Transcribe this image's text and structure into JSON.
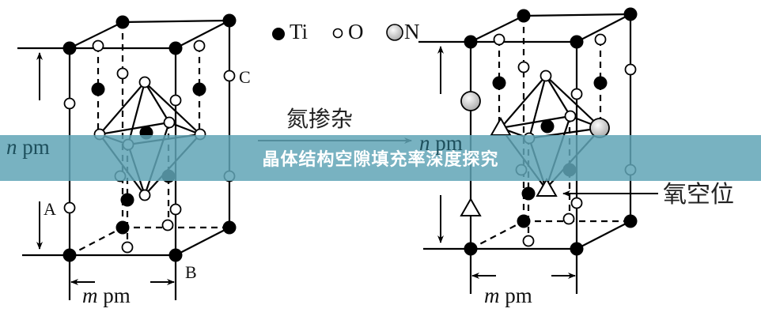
{
  "legend": {
    "ti": "Ti",
    "o": "O",
    "n": "N"
  },
  "process_label": "氮掺杂",
  "left_cell": {
    "height_label_var": "n",
    "height_label_unit": "pm",
    "width_label_var": "m",
    "width_label_unit": "pm",
    "point_a": "A",
    "point_b": "B",
    "point_c": "C"
  },
  "right_cell": {
    "height_label_var": "n",
    "height_label_unit": "pm",
    "width_label_var": "m",
    "width_label_unit": "pm",
    "vacancy_label": "氧空位"
  },
  "banner": {
    "title": "晶体结构空隙填充率深度探究"
  },
  "colors": {
    "banner": "#60a4b6",
    "ti": "#000000",
    "n": "#cccccc"
  }
}
